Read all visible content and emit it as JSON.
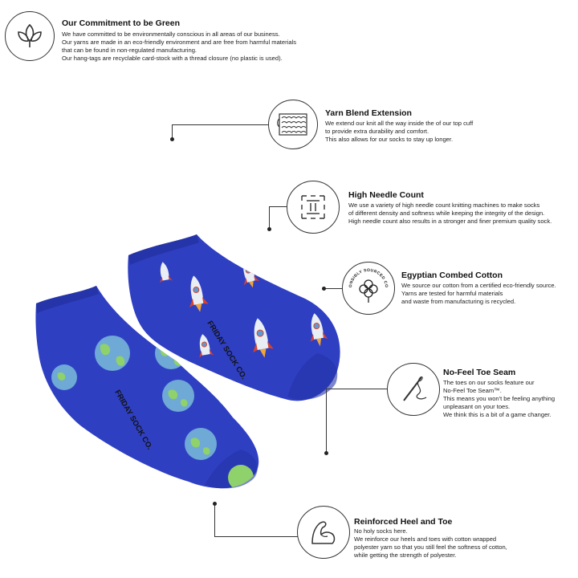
{
  "features": {
    "green": {
      "title": "Our Commitment to be Green",
      "lines": [
        "We have committed to be environmentally conscious in all areas of our business.",
        "Our yarns are made in an eco-friendly environment and are free from harmful materials",
        "that can be found in non-regulated manufacturing.",
        "Our hang-tags are recyclable card-stock with a thread closure (no plastic is used)."
      ]
    },
    "yarn": {
      "title": "Yarn Blend Extension",
      "lines": [
        "We extend our knit all the way inside the of our top cuff",
        "to provide extra durability and comfort.",
        "This also allows for our socks to stay up longer."
      ]
    },
    "needle": {
      "title": "High Needle Count",
      "lines": [
        "We use a variety of high needle count knitting machines to make socks",
        "of different density and softness while keeping the integrity of the design.",
        "High needle count also results in a stronger and finer premium quality sock."
      ]
    },
    "cotton": {
      "title": "Egyptian Combed Cotton",
      "badge": "RESPONSIBLY SOURCED COTTON",
      "lines": [
        "We source our cotton from a certified eco-friendly source.",
        "Yarns are tested for harmful materials",
        "and waste from manufacturing is recycled."
      ]
    },
    "toe": {
      "title": "No-Feel Toe Seam",
      "lines": [
        "The toes on our socks feature our",
        "No-Feel Toe Seam™.",
        "This means you won't be feeling anything",
        "unpleasant on your toes.",
        "We think this is a bit of a game changer."
      ]
    },
    "heel": {
      "title": "Reinforced Heel and Toe",
      "lines": [
        "No holy socks here.",
        "We reinforce our heels and toes with cotton wrapped",
        "polyester yarn so that you still feel the softness of cotton,",
        "while getting the strength of polyester."
      ]
    }
  },
  "product": {
    "brand_print": "FRIDAY SOCK CO.",
    "colors": {
      "sock_blue": "#2f3fc2",
      "sock_dark": "#2534a8",
      "earth_blue": "#6fa9d6",
      "earth_green": "#8fd16a",
      "rocket_white": "#e8eef4",
      "rocket_red": "#d8432c",
      "flame": "#f0a53a"
    }
  }
}
